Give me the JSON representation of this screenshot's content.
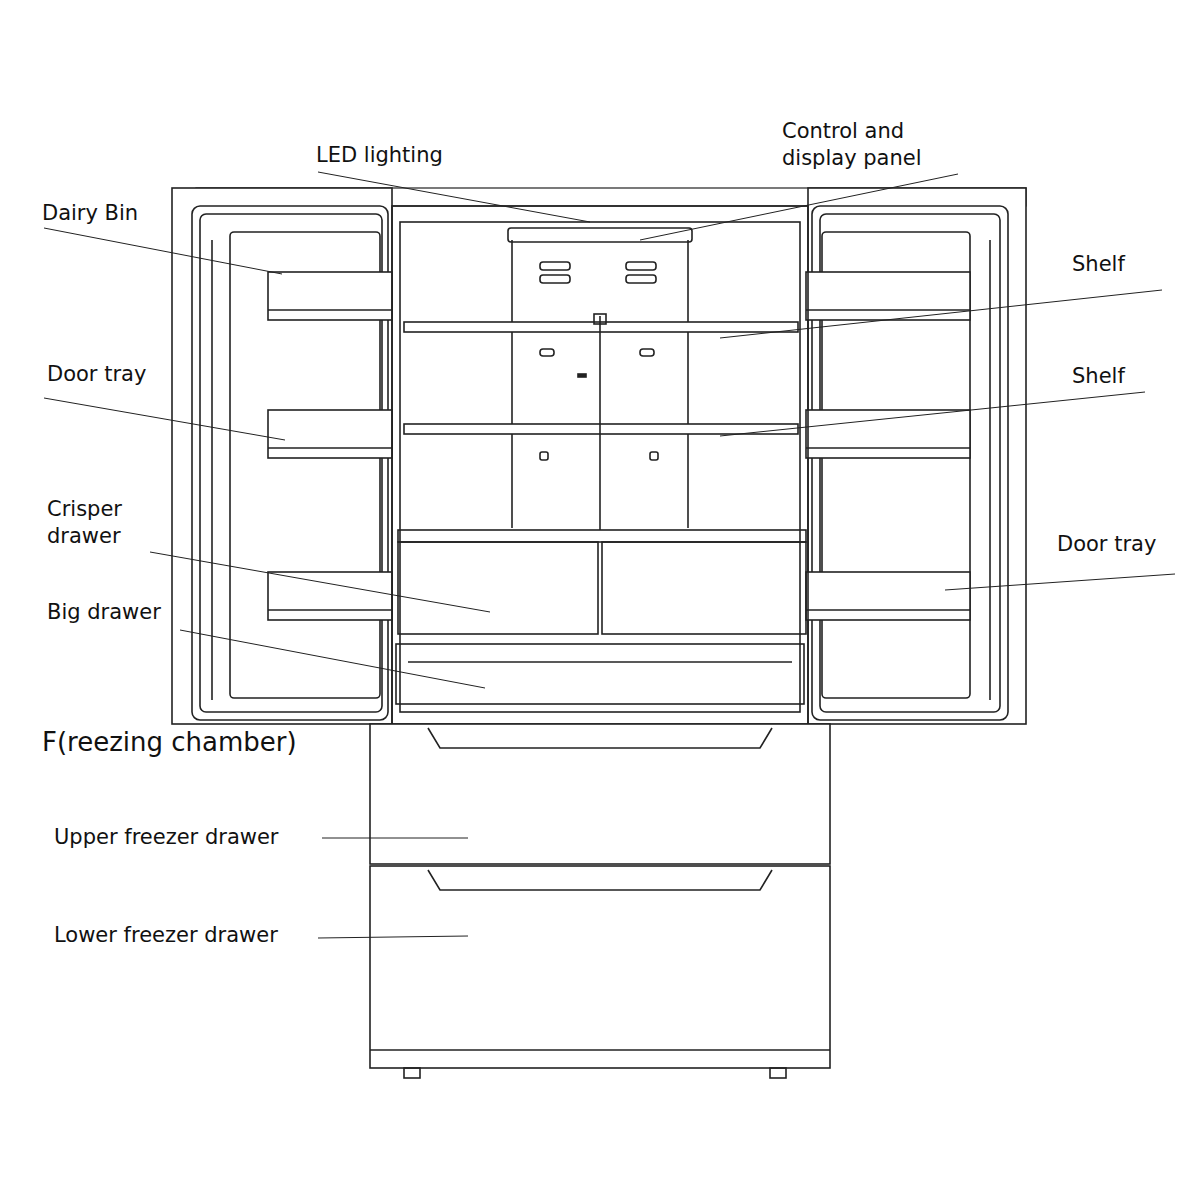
{
  "diagram": {
    "labels": [
      "LED lighting",
      "Control and display panel",
      "Dairy Bin",
      "Shelf",
      "Shelf",
      "Door tray",
      "Crisper drawer",
      "Door tray",
      "Big drawer",
      "F(reezing chamber)",
      "Upper freezer drawer",
      "Lower freezer drawer"
    ]
  }
}
